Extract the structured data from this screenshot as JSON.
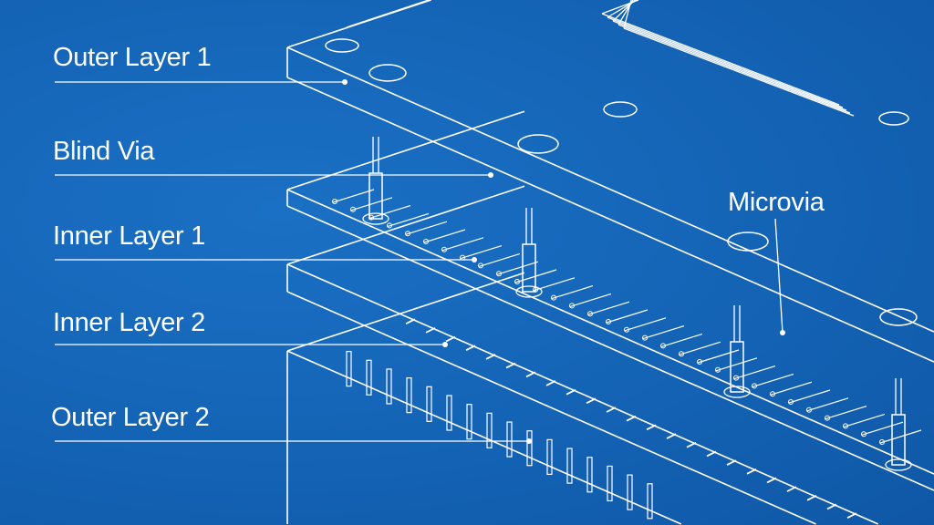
{
  "labels": {
    "outer_layer_1": "Outer Layer 1",
    "blind_via": "Blind Via",
    "inner_layer_1": "Inner Layer 1",
    "inner_layer_2": "Inner Layer 2",
    "outer_layer_2": "Outer Layer 2",
    "microvia": "Microvia"
  },
  "colors": {
    "background": "#1565b8",
    "line": "#ffffff"
  }
}
